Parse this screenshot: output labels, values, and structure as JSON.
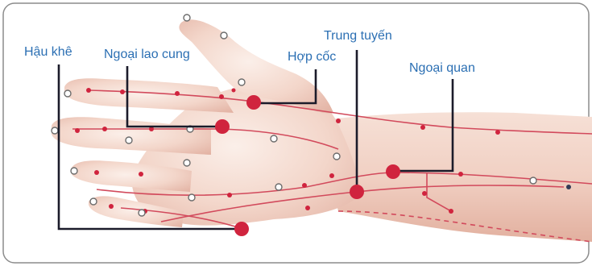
{
  "labels": {
    "hau_khe": "Hậu khê",
    "ngoai_lao_cung": "Ngoại lao cung",
    "hop_coc": "Hợp cốc",
    "trung_tuyen": "Trung tuyến",
    "ngoai_quan": "Ngoại quan"
  },
  "colors": {
    "label_text": "#2b6fb3",
    "leader_line": "#1b1b2a",
    "acupoint": "#d0243e",
    "meridian": "#d24a5c",
    "skin": "#f2d3c6",
    "frame_border": "#8c8c8c"
  }
}
